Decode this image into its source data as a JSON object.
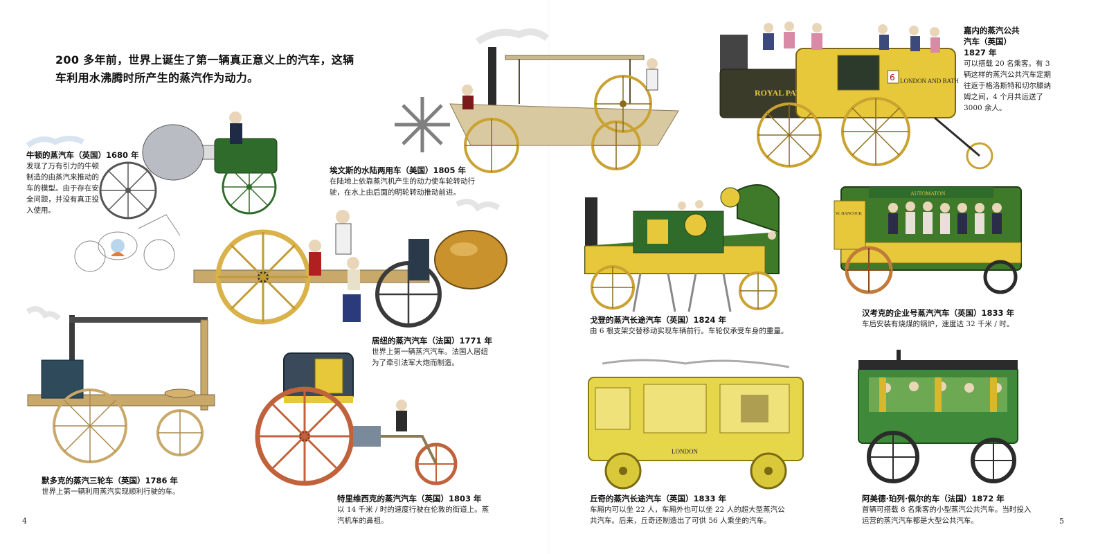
{
  "intro": "200 多年前，世界上诞生了第一辆真正意义上的汽车，这辆车利用水沸腾时所产生的蒸汽作为动力。",
  "vehicles": [
    {
      "title": "牛顿的蒸汽车（英国）1680 年",
      "desc": "发现了万有引力的牛顿制造的由蒸汽来推动的车的模型。由于存在安全问题，并没有真正投入使用。"
    },
    {
      "title": "埃文斯的水陆两用车（美国）1805 年",
      "desc": "在陆地上依靠蒸汽机产生的动力使车轮转动行驶，在水上由后面的明轮转动推动前进。"
    },
    {
      "title": "嘉内的蒸汽公共汽车（英国）1827 年",
      "desc": "可以搭载 20 名乘客。有 3 辆这样的蒸汽公共汽车定期往返于格洛斯特和切尔滕纳姆之间，4 个月共运送了 3000 余人。"
    },
    {
      "title": "居纽的蒸汽汽车（法国）1771 年",
      "desc": "世界上第一辆蒸汽汽车。法国人居纽为了牵引法军大炮而制造。"
    },
    {
      "title": "戈登的蒸汽长途汽车（英国）1824 年",
      "desc": "由 6 根支架交替移动实现车辆前行。车轮仅承受车身的重量。"
    },
    {
      "title": "汉考克的企业号蒸汽汽车（英国）1833 年",
      "desc": "车后安装有烧煤的锅炉，速度达 32 千米 / 时。"
    },
    {
      "title": "默多克的蒸汽三轮车（英国）1786 年",
      "desc": "世界上第一辆利用蒸汽实现顺利行驶的车。"
    },
    {
      "title": "特里维西克的蒸汽汽车（英国）1803 年",
      "desc": "以 14 千米 / 时的速度行驶在伦敦的街道上。蒸汽机车的鼻祖。"
    },
    {
      "title": "丘奇的蒸汽长途汽车（英国）1833 年",
      "desc": "车厢内可以坐 22 人，车厢外也可以坐 22 人的超大型蒸汽公共汽车。后来，丘奇还制造出了可供 56 人乘坐的汽车。"
    },
    {
      "title": "阿美德·珀列·佩尔的车（法国）1872 年",
      "desc": "首辆可搭载 8 名乘客的小型蒸汽公共汽车。当时投入运营的蒸汽汽车都是大型公共汽车。"
    }
  ],
  "vehicle_labels": {
    "royal_patent": "ROYAL PATENT",
    "london_bath": "LONDON AND BATH",
    "number_6": "6",
    "w_hancock": "W. HANCOCK",
    "autonaton": "AUTOMATON",
    "london_church": "LONDON"
  },
  "page_numbers": {
    "left": "4",
    "right": "5"
  },
  "colors": {
    "green": "#2f6b2a",
    "yellow": "#e6c83a",
    "gold": "#c9922c",
    "wood": "#c8a96a",
    "red_wheel": "#c0623b",
    "wheel_yellow": "#e2c24a",
    "dark": "#2b2b2b"
  }
}
